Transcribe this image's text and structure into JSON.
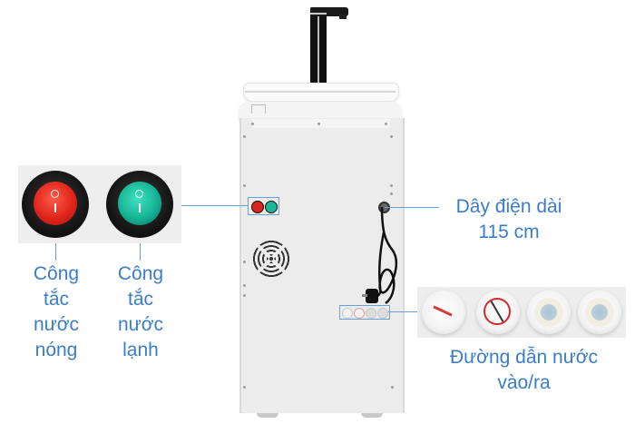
{
  "product": {
    "description": "Rear view of water dispenser with labeled features",
    "colors": {
      "label_text": "#3a7dc9",
      "callout_line": "#6a9fd4",
      "hot_switch": "#e0251a",
      "cold_switch": "#15b394"
    }
  },
  "callouts": {
    "hot_switch": {
      "lines": [
        "Công",
        "tắc",
        "nước",
        "nóng"
      ]
    },
    "cold_switch": {
      "lines": [
        "Công",
        "tắc",
        "nước",
        "lạnh"
      ]
    },
    "power_cord": {
      "line1": "Dây điện dài",
      "line2": "115 cm"
    },
    "water_ports": {
      "line1": "Đường dẫn nước",
      "line2": "vào/ra"
    }
  },
  "icons": {
    "hot_switch": "power-rocker-switch-red",
    "cold_switch": "power-rocker-switch-green",
    "fan": "vent-fan-grille",
    "cord": "power-cord-plug",
    "ports": [
      "water-inlet-red-cap",
      "water-outlet-red-ring-cap",
      "blue-plug-cap",
      "blue-plug-cap"
    ]
  }
}
